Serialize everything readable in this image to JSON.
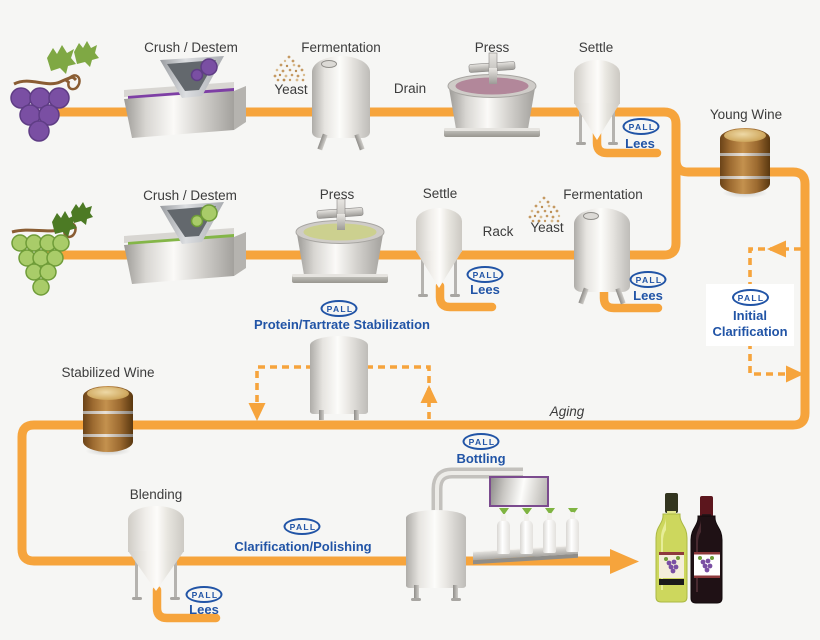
{
  "colors": {
    "flow_orange": "#F6A43C",
    "pall_blue": "#2154A6",
    "text_dark": "#3C3C3C",
    "background": "#F6F6F4"
  },
  "logo": {
    "pall": "PALL"
  },
  "red_wine_row": {
    "crush_destem": "Crush / Destem",
    "fermentation": "Fermentation",
    "yeast": "Yeast",
    "drain": "Drain",
    "press": "Press",
    "settle": "Settle",
    "lees": "Lees",
    "young_wine": "Young Wine"
  },
  "white_wine_row": {
    "crush_destem": "Crush / Destem",
    "press": "Press",
    "settle": "Settle",
    "rack": "Rack",
    "yeast": "Yeast",
    "fermentation": "Fermentation",
    "settle_lees": "Lees",
    "fermentation_lees": "Lees"
  },
  "initial_clarification": {
    "line1": "Initial",
    "line2": "Clarification"
  },
  "stabilization": {
    "label": "Protein/Tartrate Stabilization",
    "stabilized_wine": "Stabilized Wine"
  },
  "aging": {
    "label": "Aging"
  },
  "bottom_row": {
    "blending": "Blending",
    "blending_lees": "Lees",
    "clarification_polishing": "Clarification/Polishing",
    "bottling": "Bottling"
  }
}
